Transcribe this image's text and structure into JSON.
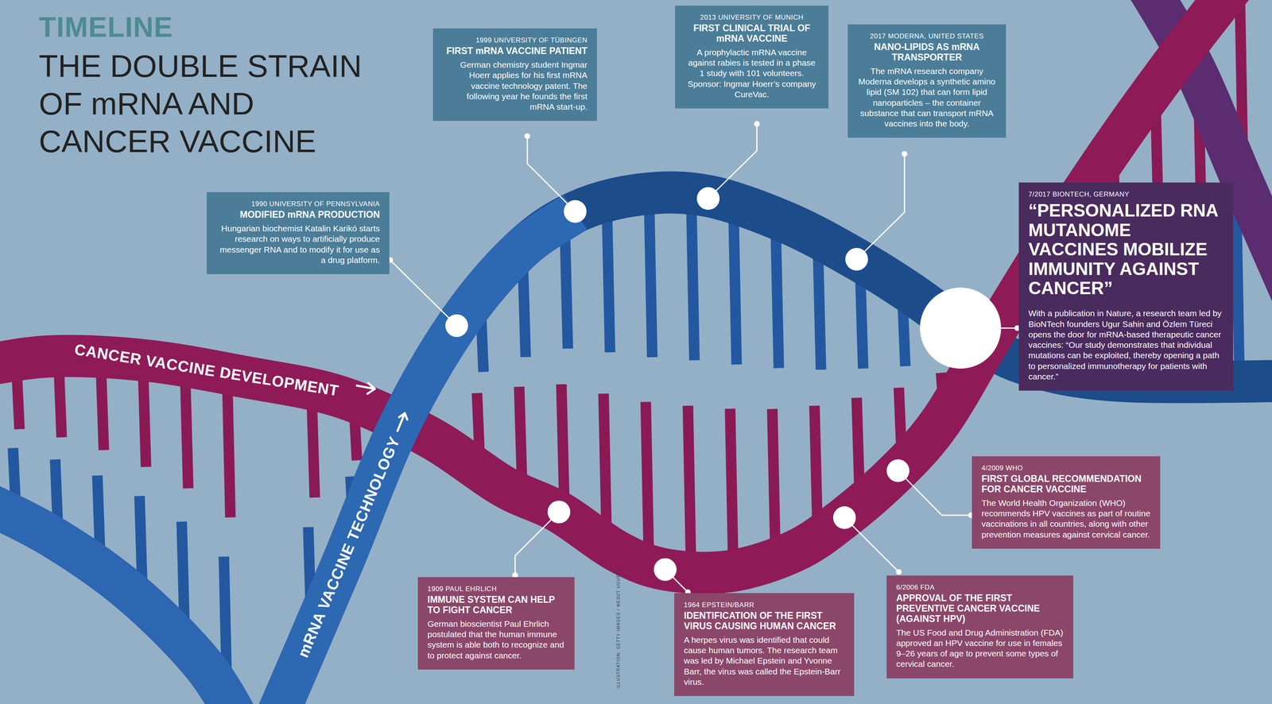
{
  "diagram": {
    "title": "THE DOUBLE STRAIN OF mRNA AND CANCER VACCINE",
    "nodes": [
      {
        "text": [
          "1990 UNIVERSITY OF PENNSYLVANIA",
          "MODIFIED mRNA PRODUCTION",
          "Hungarian biochemist Katalin Karikó starts research on ways to artificially produce messenger RNA and to modify it for use as a drug platform."
        ]
      },
      {
        "text": [
          "1999 UNIVERSITY OF TÜBINGEN",
          "FIRST mRNA VACCINE PATIENT",
          "German chemistry student Ingmar Hoerr applies for his first mRNA vaccine technology patent. The following year he founds the first mRNA start-up."
        ]
      },
      {
        "text": [
          "2013 UNIVERSITY OF MUNICH",
          "FIRST CLINICAL TRIAL OF mRNA VACCINE",
          "A prophylactic mRNA vaccine against rabies is tested in a phase 1 study with 101 volunteers. Sponsor: Ingmar Hoerr’s company CureVac."
        ]
      },
      {
        "text": [
          "2017 MODERNA, UNITED STATES",
          "NANO-LIPIDS AS mRNA TRANSPORTER",
          "The mRNA research company Moderna develops a synthetic amino lipid (SM 102) that can form lipid nanoparticles – the container substance that can transport mRNA vaccines into the body."
        ]
      },
      {
        "text": [
          "7/2017 BIONTECH, GERMANY",
          "“PERSONALIZED RNA MUTANOME VACCINES MOBILIZE IMMUNITY AGAINST CANCER”",
          "With a publication in Nature, a research team led by BioNTech founders Ugur Sahin and Özlem Türeci opens the door for mRNA-based therapeutic cancer vaccines: “Our study demonstrates that individual mutations can be exploited, thereby opening a path to personalized immunotherapy for patients with cancer.”"
        ]
      },
      {
        "text": [
          "1909 PAUL EHRLICH",
          "IMMUNE SYSTEM CAN HELP TO FIGHT CANCER",
          "German bioscientist Paul Ehrlich postulated that the human immune system is able both to recognize and to protect against cancer."
        ]
      },
      {
        "text": [
          "1964 EPSTEIN/BARR",
          "IDENTIFICATION OF THE FIRST VIRUS CAUSING HUMAN CANCER",
          "A herpes virus was identified that could cause human tumors. The research team was led by Michael Epstein and Yvonne Barr, the virus was called the Epstein-Barr virus."
        ]
      },
      {
        "text": [
          "6/2006 FDA",
          "APPROVAL OF THE FIRST PREVENTIVE CANCER VACCINE (AGAINST HPV)",
          "The US Food and Drug Administration (FDA) approved an HPV vaccine for use in females 9–26 years of age to prevent some types of cervical cancer."
        ]
      },
      {
        "text": [
          "4/2009 WHO",
          "FIRST GLOBAL RECOMMENDATION FOR CANCER VACCINE",
          "The World Health Organization (WHO) recommends HPV vaccines as part of routine vaccinations in all countries, along with other prevention measures against cervical cancer."
        ]
      }
    ],
    "labels": [
      "TIMELINE",
      "CANCER VACCINE DEVELOPMENT",
      "mRNA VACCINE TECHNOLOGY",
      "ILLUSTRATION: GETTY IMAGES / MESUT UGURLU"
    ]
  }
}
